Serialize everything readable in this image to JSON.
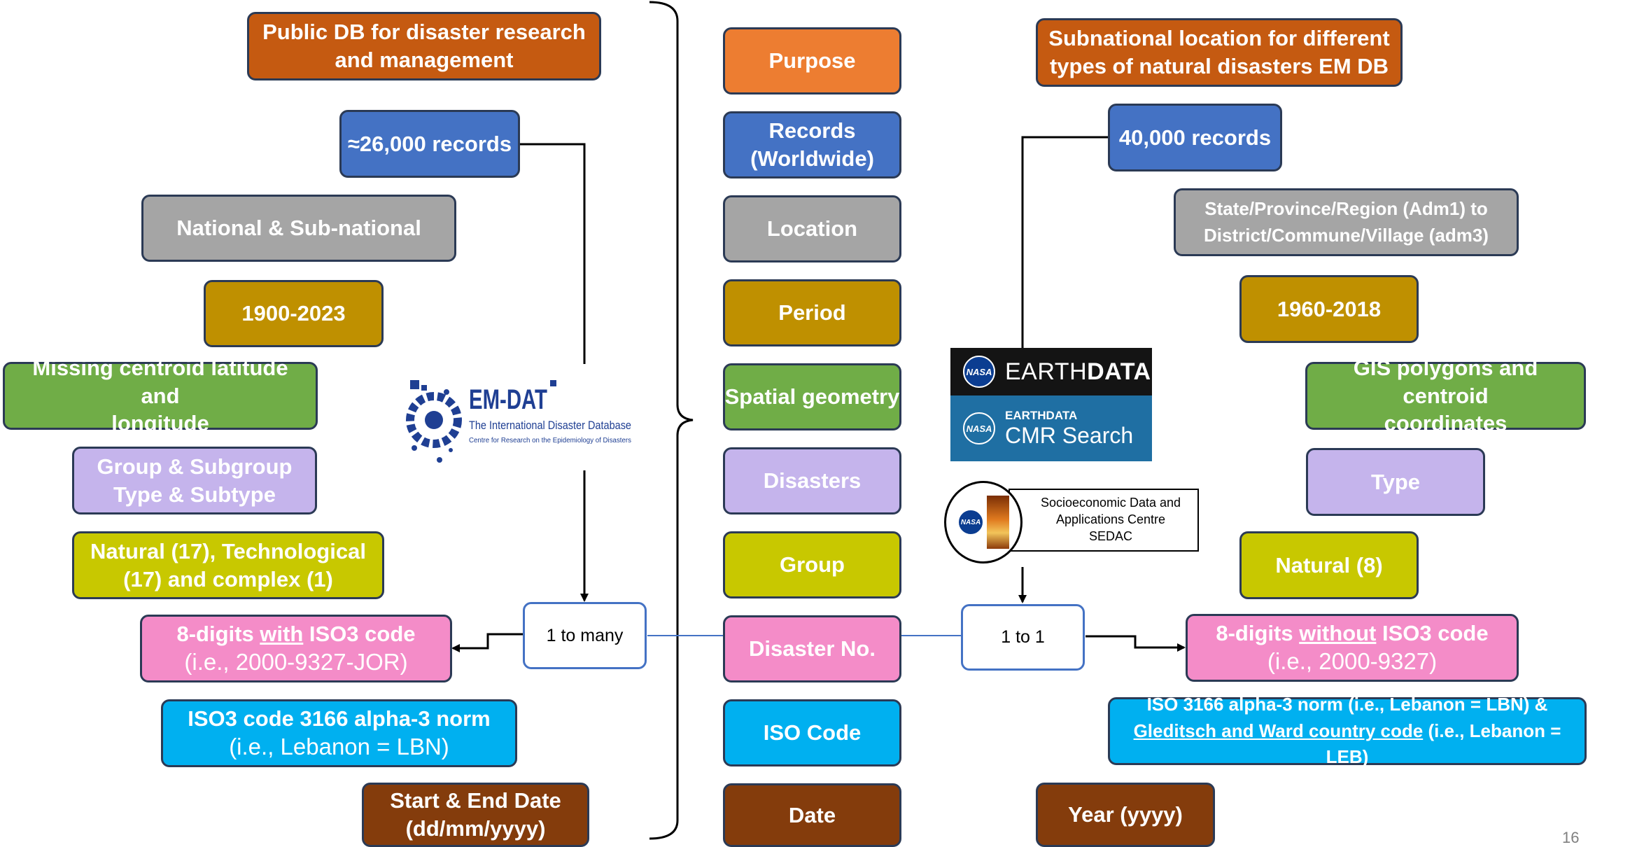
{
  "center": {
    "purpose": "Purpose",
    "records": "Records (Worldwide)",
    "location": "Location",
    "period": "Period",
    "spatial": "Spatial geometry",
    "disasters": "Disasters",
    "group": "Group",
    "disaster_no": "Disaster No.",
    "iso_code": "ISO Code",
    "date": "Date"
  },
  "left": {
    "purpose_line1": "Public DB for disaster research",
    "purpose_line2": "and management",
    "records": "≈26,000 records",
    "location": "National & Sub-national",
    "period": "1900-2023",
    "spatial_line1": "Missing centroid latitude and",
    "spatial_line2": "longitude",
    "disasters_line1": "Group & Subgroup",
    "disasters_line2": "Type & Subtype",
    "group_line1": "Natural (17), Technological",
    "group_line2": "(17) and complex (1)",
    "disno_pre": "8-digits ",
    "disno_u": "with",
    "disno_post": " ISO3 code",
    "disno_example": "(i.e., 2000-9327-JOR)",
    "iso_line1": "ISO3 code 3166 alpha-3 norm",
    "iso_line2": "(i.e., Lebanon = LBN)",
    "date_line1": "Start & End Date",
    "date_line2": "(dd/mm/yyyy)",
    "connector": "1 to many"
  },
  "right": {
    "purpose_line1": "Subnational location for different",
    "purpose_line2": "types of natural disasters EM DB",
    "records": "40,000 records",
    "location_line1": "State/Province/Region (Adm1) to",
    "location_line2": "District/Commune/Village (adm3)",
    "period": "1960-2018",
    "spatial_line1": "GIS polygons and centroid",
    "spatial_line2": "coordinates",
    "disasters": "Type",
    "group": "Natural (8)",
    "disno_pre": "8-digits ",
    "disno_u": "without",
    "disno_post": " ISO3 code",
    "disno_example": "(i.e., 2000-9327)",
    "iso_line1": "ISO 3166 alpha-3 norm (i.e., Lebanon = LBN) &",
    "iso_line2_u": "Gleditsch and Ward country code",
    "iso_line2_post": " (i.e., Lebanon = LEB)",
    "date": "Year (yyyy)",
    "connector": "1 to 1"
  },
  "logos": {
    "emdat_title": "EM-DAT",
    "emdat_sub1": "The International Disaster Database",
    "emdat_sub2": "Centre for Research on the Epidemiology of Disasters",
    "earthdata_pre": "EARTH",
    "earthdata_bold": "DATA",
    "cmr_small": "EARTHDATA",
    "cmr_big": "CMR Search",
    "nasa": "NASA",
    "sedac_line1": "Socioeconomic Data  and",
    "sedac_line2": "Applications Centre",
    "sedac_line3": "SEDAC"
  },
  "page_number": "16",
  "colors": {
    "orange_dark": "#c55a11",
    "orange": "#ed7d31",
    "blue": "#4472c4",
    "gray": "#a5a5a5",
    "gold": "#bf9000",
    "green": "#70ad47",
    "lavender": "#c5b4ec",
    "yellow": "#c8c800",
    "pink": "#f48cc8",
    "cyan": "#00b0f0",
    "brown": "#843c0c"
  }
}
